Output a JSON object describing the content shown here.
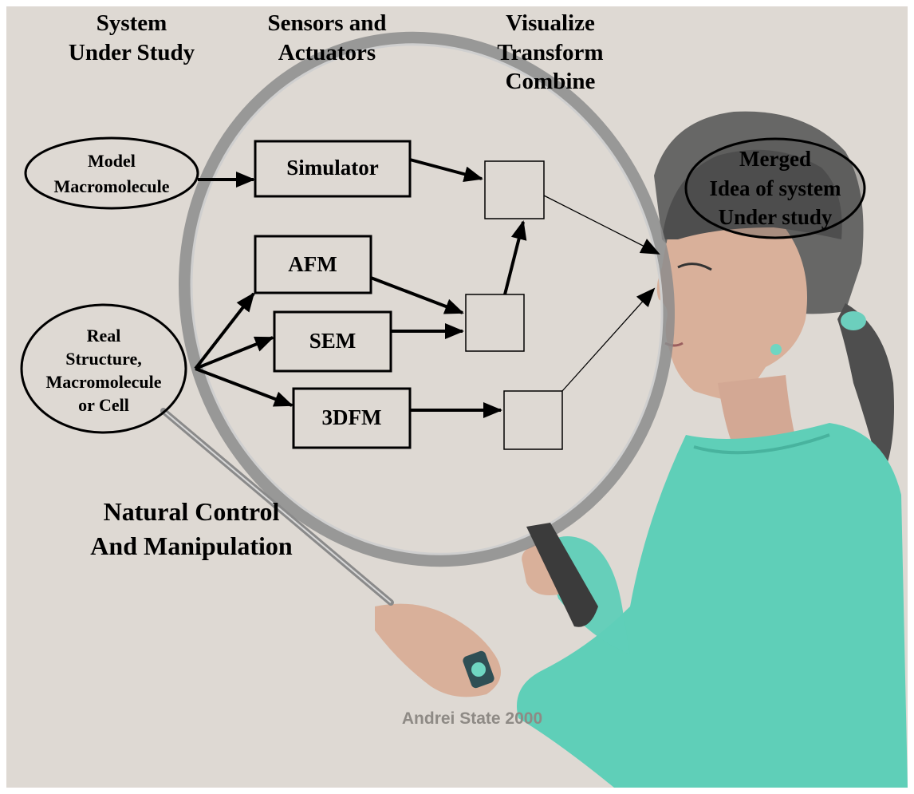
{
  "headers": {
    "system_line1": "System",
    "system_line2": "Under Study",
    "sensors_line1": "Sensors and",
    "sensors_line2": "Actuators",
    "visualize_line1": "Visualize",
    "visualize_line2": "Transform",
    "visualize_line3": "Combine"
  },
  "inputs": {
    "model_line1": "Model",
    "model_line2": "Macromolecule",
    "real_line1": "Real",
    "real_line2": "Structure,",
    "real_line3": "Macromolecule",
    "real_line4": "or Cell"
  },
  "instruments": {
    "simulator": "Simulator",
    "afm": "AFM",
    "sem": "SEM",
    "tdfm": "3DFM"
  },
  "output": {
    "line1": "Merged",
    "line2": "Idea of system",
    "line3": "Under study"
  },
  "caption": {
    "line1": "Natural Control",
    "line2": "And Manipulation"
  },
  "credit": "Andrei State 2000",
  "colors": {
    "background": "#ded9d3",
    "shirt": "#5fcfb8",
    "skin": "#d9b09a",
    "hair": "#4e4e4e",
    "magnifier_rim": "#8c8c8c"
  }
}
